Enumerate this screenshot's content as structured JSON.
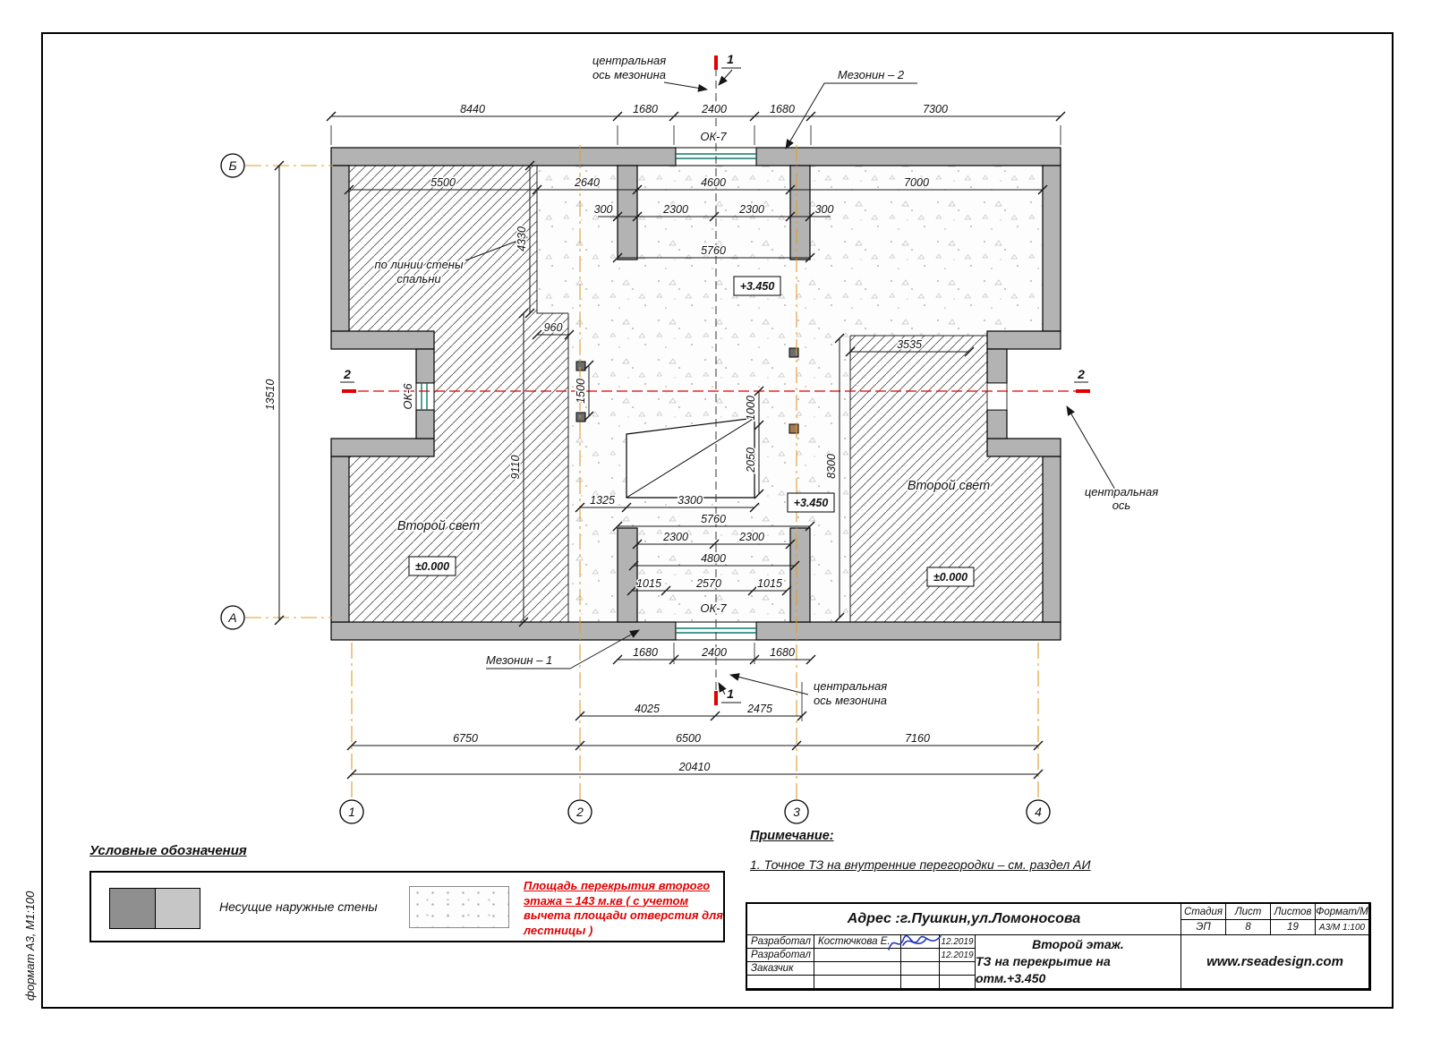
{
  "page": {
    "side_label": "формат А3, М1:100"
  },
  "colors": {
    "dimension_red": "#e10000",
    "axis_orange": "#e09c28",
    "window_teal": "#0a7a6a",
    "wall_gray": "#b3b3b3",
    "signature_blue": "#2438b8"
  },
  "plan": {
    "axis_circles": {
      "b": "Б",
      "a": "А",
      "c1": "1",
      "c2": "2",
      "c3": "3",
      "c4": "4"
    },
    "sections": {
      "s1": "1",
      "s2": "2"
    },
    "labels": {
      "central_axis_mezzanine_top": [
        "центральная",
        "ось мезонина"
      ],
      "central_axis_mezzanine_bottom": [
        "центральная",
        "ось мезонина"
      ],
      "central_axis_right": [
        "центральная",
        "ось"
      ],
      "mezzanine_2": "Мезонин – 2",
      "mezzanine_1": "Мезонин – 1",
      "bedroom_wall_note": [
        "по линии стены",
        "спальни"
      ],
      "second_light_left": "Второй свет",
      "second_light_right": "Второй свет",
      "elev_plus_3450_top": "+3.450",
      "elev_plus_3450_bottom": "+3.450",
      "elev_zero_left": "±0.000",
      "elev_zero_right": "±0.000",
      "window_ok7_top": "ОК-7",
      "window_ok7_bottom": "ОК-7",
      "window_ok6": "ОК-6"
    },
    "dims": {
      "top": [
        "8440",
        "1680",
        "2400",
        "1680",
        "7300"
      ],
      "inner_top": [
        "5500",
        "2640",
        "4600",
        "7000"
      ],
      "mezz2": [
        "300",
        "2300",
        "2300",
        "300"
      ],
      "mezz2_total": "5760",
      "left_total": "13510",
      "d4330": "4330",
      "d960": "960",
      "d1500": "1500",
      "d9110": "9110",
      "d1000": "1000",
      "d2050": "2050",
      "d1325": "1325",
      "d3300": "3300",
      "mezz1_total": "5760",
      "mezz1_inner": [
        "2300",
        "2300"
      ],
      "d4800": "4800",
      "mezz1_small": [
        "1015",
        "2570",
        "1015"
      ],
      "d3535": "3535",
      "d8300": "8300",
      "mezz1_bottom": [
        "1680",
        "2400",
        "1680"
      ],
      "bottom_offsets": [
        "4025",
        "2475"
      ],
      "axis_spans": [
        "6750",
        "6500",
        "7160"
      ],
      "total": "20410"
    }
  },
  "legend": {
    "title": "Условные обозначения",
    "walls_label": "Несущие  наружные стены",
    "area_note": [
      "Площадь перекрытия второго",
      "этажа = 143 м.кв ( с учетом",
      "вычета площади отверстия для",
      "лестницы )"
    ]
  },
  "notes": {
    "title": "Примечание:",
    "item1": "1. Точное ТЗ на внутренние перегородки – см. раздел АИ"
  },
  "title_block": {
    "address": "Адрес :г.Пушкин,ул.Ломоносова",
    "stage_h": "Стадия",
    "sheet_h": "Лист",
    "sheets_h": "Листов",
    "format_h": "Формат/М",
    "stage": "ЭП",
    "sheet": "8",
    "sheets": "19",
    "format": "А3/М 1:100",
    "rows": [
      {
        "role": "Разработал",
        "name": "Костючкова Е.",
        "date": "12.2019"
      },
      {
        "role": "Разработал",
        "name": "",
        "date": "12.2019"
      },
      {
        "role": "Заказчик",
        "name": "",
        "date": ""
      }
    ],
    "doc_title": [
      "Второй этаж.",
      "ТЗ на перекрытие на отм.+3.450"
    ],
    "website": "www.rseadesign.com"
  }
}
